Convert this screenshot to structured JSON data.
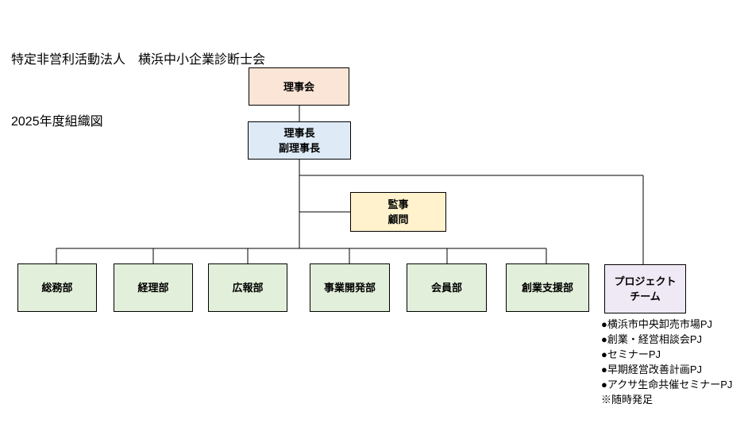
{
  "title": {
    "line1": "特定非営利活動法人　横浜中小企業診断士会",
    "line2": "2025年度組織図"
  },
  "org": {
    "line_color": "#000000",
    "board": {
      "label": "理事会",
      "fill": "#FBE5D6"
    },
    "chair": {
      "line1": "理事長",
      "line2": "副理事長",
      "fill": "#DEEBF7"
    },
    "auditor": {
      "line1": "監事",
      "line2": "顧問",
      "fill": "#FFF2CC"
    },
    "department_fill": "#E2EFDA",
    "departments": [
      {
        "label": "総務部"
      },
      {
        "label": "経理部"
      },
      {
        "label": "広報部"
      },
      {
        "label": "事業開発部"
      },
      {
        "label": "会員部"
      },
      {
        "label": "創業支援部"
      }
    ],
    "project_team": {
      "line1": "プロジェクト",
      "line2": "チーム",
      "fill": "#EEE9F5"
    },
    "projects": [
      "●横浜市中央卸売市場PJ",
      "●創業・経営相談会PJ",
      "●セミナーPJ",
      "●早期経営改善計画PJ",
      "●アクサ生命共催セミナーPJ",
      "※随時発足"
    ]
  }
}
